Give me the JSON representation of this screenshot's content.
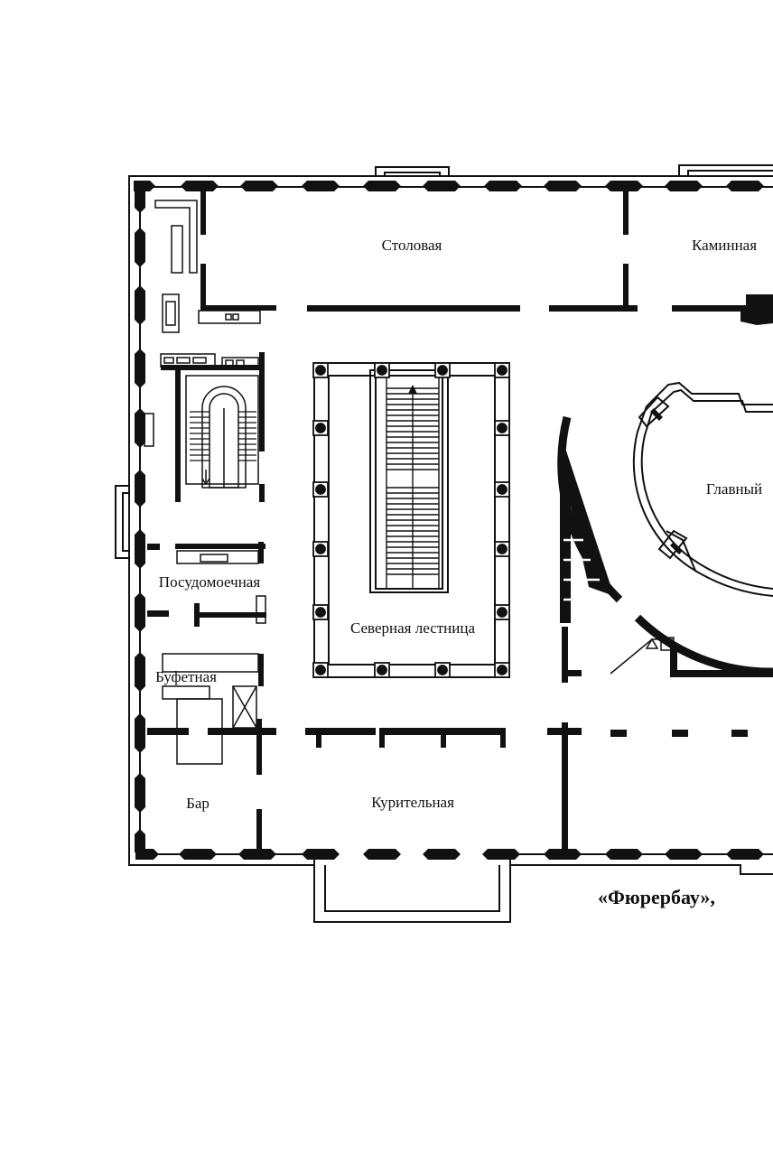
{
  "rooms": {
    "dining": "Столовая",
    "fireplace": "Каминная",
    "main_hall": "Главный",
    "dishwashing": "Посудомоечная",
    "north_stair": "Северная лестница",
    "buffet": "Буфетная",
    "bar": "Бар",
    "smoking": "Курительная"
  },
  "caption": "«Фюрербау»,",
  "colors": {
    "ink": "#111111",
    "paper": "#ffffff"
  }
}
